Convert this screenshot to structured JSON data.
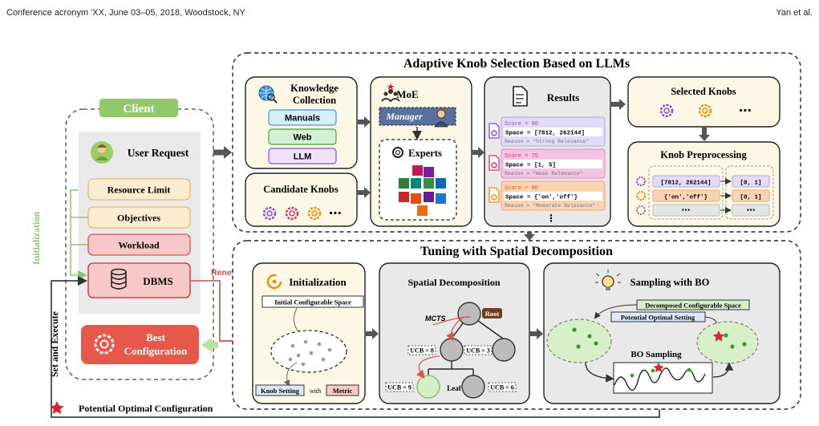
{
  "header": {
    "left": "Conference acronym 'XX, June 03–05, 2018, Woodstock, NY",
    "right": "Yan et al."
  },
  "top_panel": {
    "title": "Adaptive Knob Selection Based on LLMs",
    "knowledge": {
      "title_line1": "Knowledge",
      "title_line2": "Collection",
      "items": [
        "Manuals",
        "Web",
        "LLM"
      ]
    },
    "candidate": {
      "title": "Candidate Knobs",
      "ellipsis": "⋯"
    },
    "moe": {
      "title": "MoE",
      "manager": "Manager",
      "experts": "Experts"
    },
    "results": {
      "title": "Results",
      "cards": [
        {
          "score": "Score = 90",
          "space": "Space = [7812, 262144]",
          "reason": "Reason = \"Strong Relevance\""
        },
        {
          "score": "Score = 75",
          "space": "Space = [1, 5]",
          "reason": "Reason = \"Weak Relevance\""
        },
        {
          "score": "Score = 80",
          "space": "Space = {'on','off'}",
          "reason": "Reason = \"Moderate Relevance\""
        }
      ],
      "more": "⋮"
    },
    "selected": {
      "title": "Selected Knobs",
      "ellipsis": "⋯"
    },
    "preprocessing": {
      "title": "Knob Preprocessing",
      "rows": [
        {
          "in": "[7812, 262144]",
          "out": "[0, 1]"
        },
        {
          "in": "{'on','off'}",
          "out": "[0, 1]"
        },
        {
          "in": "⋯",
          "out": "⋯"
        }
      ]
    }
  },
  "client": {
    "title": "Client",
    "user_request": "User Request",
    "resource_limit": "Resource Limit",
    "objectives": "Objectives",
    "workload": "Workload",
    "dbms": "DBMS",
    "best_line1": "Best",
    "best_line2": "Configuration",
    "initialization_label": "Initialization",
    "set_execute_label": "Set and Execute",
    "renew_label": "Renew"
  },
  "bottom_panel": {
    "title": "Tuning with Spatial Decomposition",
    "init": {
      "title": "Initialization",
      "space": "Initial Configurable Space",
      "knob_setting": "Knob Setting",
      "with": "with",
      "metric": "Metric"
    },
    "spatial": {
      "title": "Spatial Decomposition",
      "mcts": "MCTS",
      "root": "Root",
      "leaf": "Leaf",
      "ucb8": "UCB = 8",
      "ucb3": "UCB = 3",
      "ucb9": "UCB = 9",
      "ucb6": "UCB = 6"
    },
    "bo": {
      "title": "Sampling with BO",
      "decomposed": "Decomposed Configurable Space",
      "potential": "Potential Optimal Setting",
      "bo_sampling": "BO Sampling"
    }
  },
  "legend": {
    "label": "Potential Optimal Configuration"
  },
  "colors": {
    "client_green": "#92c86a",
    "best_red": "#e8584a",
    "renew_red": "#c0504d",
    "init_green": "#8fc36a",
    "panel_bg": "#e9e9e9"
  }
}
